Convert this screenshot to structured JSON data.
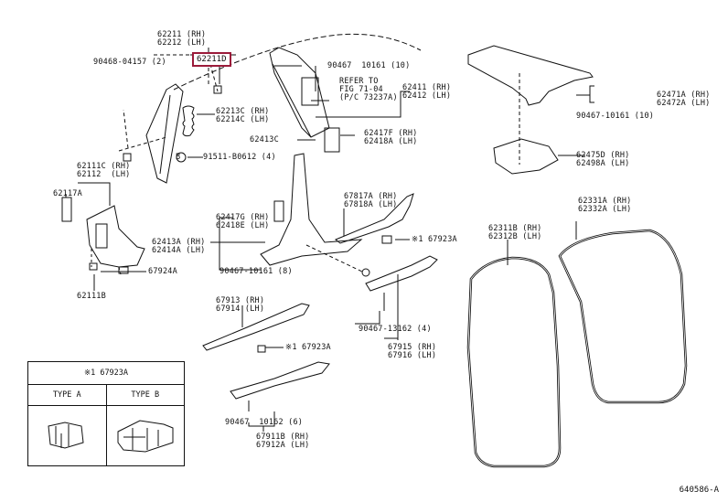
{
  "diagram": {
    "highlight_color": "#9b1b3a",
    "highlighted_part": "62211D",
    "drawing_code": "640586-A",
    "labels": {
      "p62211": "62211 (RH)\n62212 (LH)",
      "p90468": "90468-04157 (2)",
      "p62213c": "62213C (RH)\n62214C (LH)",
      "p91511": "91511-B0612 (4)",
      "p90467_10": "90467  10161 (10)",
      "refer": "REFER TO\nFIG 71-04\n(P/C 73237A)",
      "p62411": "62411 (RH)\n62412 (LH)",
      "p62413c": "62413C",
      "p62417f": "62417F (RH)\n62418A (LH)",
      "p62471a": "62471A (RH)\n62472A (LH)",
      "p90467_10161": "90467-10161 (10)",
      "p62475d": "62475D (RH)\n62498A (LH)",
      "p62111c": "62111C (RH)\n62112  (LH)",
      "p62117a": "62117A",
      "p62417g": "62417G (RH)\n62418E (LH)",
      "p67817a": "67817A (RH)\n67818A (LH)",
      "p62331a": "62331A (RH)\n62332A (LH)",
      "p62311b": "62311B (RH)\n62312B (LH)",
      "p62413a": "62413A (RH)\n62414A (LH)",
      "p67923a_1": "※1 67923A",
      "p67924a": "67924A",
      "p90467_8": "90467-10161 (8)",
      "p62111b": "62111B",
      "p67913": "67913 (RH)\n67914 (LH)",
      "p67923a_2": "※1 67923A",
      "p90467_4": "90467-13162 (4)",
      "p67915": "67915 (RH)\n67916 (LH)",
      "p90467_6": "90467  10162 (6)",
      "p67911b": "67911B (RH)\n67912A (LH)",
      "circle_b": "B"
    },
    "legend": {
      "title": "※1  67923A",
      "type_a": "TYPE  A",
      "type_b": "TYPE  B"
    }
  }
}
